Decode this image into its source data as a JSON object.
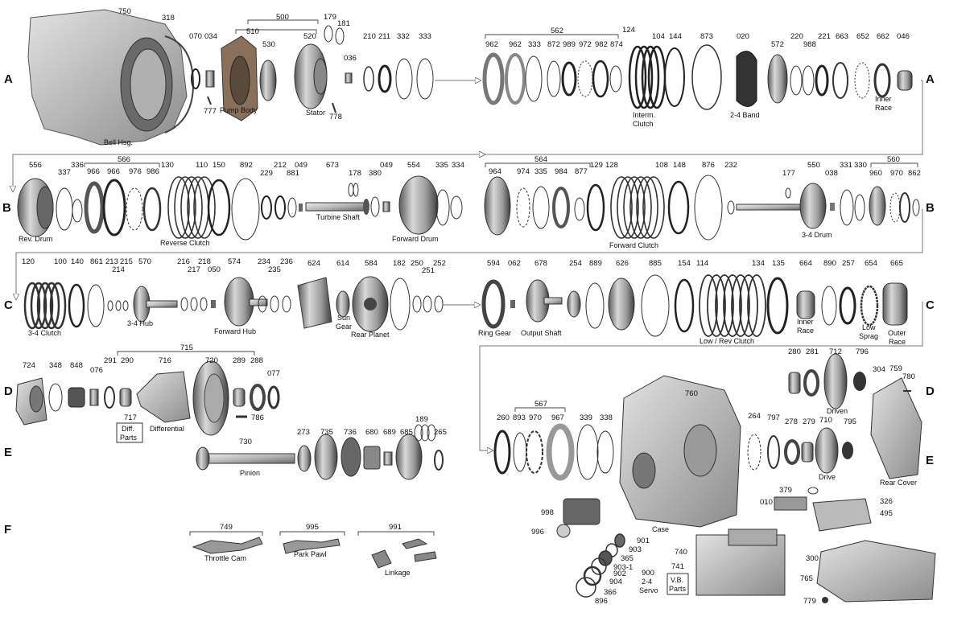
{
  "diagram": {
    "row_labels": {
      "A": "A",
      "B": "B",
      "C": "C",
      "D": "D",
      "E": "E",
      "F": "F"
    },
    "row_a": {
      "numbers": {
        "n750": "750",
        "n318": "318",
        "n070": "070",
        "n034": "034",
        "n500": "500",
        "n510": "510",
        "n530": "530",
        "n520": "520",
        "n179": "179",
        "n181": "181",
        "n036": "036",
        "n777": "777",
        "n778": "778",
        "n210": "210",
        "n211": "211",
        "n332": "332",
        "n333": "333",
        "n562": "562",
        "n124": "124",
        "n962a": "962",
        "n962b": "962",
        "n333b": "333",
        "n872": "872",
        "n989": "989",
        "n972": "972",
        "n982": "982",
        "n874": "874",
        "n104": "104",
        "n144": "144",
        "n873": "873",
        "n020": "020",
        "n572": "572",
        "n220": "220",
        "n988": "988",
        "n221": "221",
        "n663": "663",
        "n652": "652",
        "n662": "662",
        "n046": "046"
      },
      "captions": {
        "bell": "Bell Hsg.",
        "pump": "Pump Body",
        "stator": "Stator",
        "interm": "Interm.",
        "clutch": "Clutch",
        "band": "2-4 Band",
        "inner": "Inner",
        "race": "Race"
      }
    },
    "row_b": {
      "numbers": {
        "n556": "556",
        "n337": "337",
        "n336": "336",
        "n566": "566",
        "n966a": "966",
        "n966b": "966",
        "n976": "976",
        "n986": "986",
        "n130": "130",
        "n110": "110",
        "n150": "150",
        "n892": "892",
        "n229": "229",
        "n212": "212",
        "n881": "881",
        "n049a": "049",
        "n673": "673",
        "n178": "178",
        "n380": "380",
        "n049b": "049",
        "n554": "554",
        "n335": "335",
        "n334": "334",
        "n564": "564",
        "n964": "964",
        "n974": "974",
        "n335b": "335",
        "n984": "984",
        "n877": "877",
        "n129": "129",
        "n128": "128",
        "n108": "108",
        "n148": "148",
        "n876": "876",
        "n232": "232",
        "n177": "177",
        "n550": "550",
        "n038": "038",
        "n331": "331",
        "n330": "330",
        "n560": "560",
        "n960": "960",
        "n970": "970",
        "n862": "862"
      },
      "captions": {
        "rev_drum": "Rev. Drum",
        "rev_clutch": "Reverse Clutch",
        "turbine": "Turbine Shaft",
        "fwd_drum": "Forward Drum",
        "fwd_clutch": "Forward Clutch",
        "drum34": "3-4 Drum"
      }
    },
    "row_c": {
      "numbers": {
        "n120": "120",
        "n100": "100",
        "n140": "140",
        "n861": "861",
        "n213": "213",
        "n214": "214",
        "n215": "215",
        "n570": "570",
        "n216": "216",
        "n217": "217",
        "n218": "218",
        "n050": "050",
        "n574": "574",
        "n234": "234",
        "n235": "235",
        "n236": "236",
        "n624": "624",
        "n614": "614",
        "n584": "584",
        "n182": "182",
        "n250": "250",
        "n251": "251",
        "n252": "252",
        "n594": "594",
        "n062": "062",
        "n678": "678",
        "n254": "254",
        "n889": "889",
        "n626": "626",
        "n885": "885",
        "n154": "154",
        "n114": "114",
        "n134": "134",
        "n135": "135",
        "n664": "664",
        "n890": "890",
        "n257": "257",
        "n654": "654",
        "n665": "665"
      },
      "captions": {
        "clutch34": "3-4 Clutch",
        "hub34": "3-4 Hub",
        "fwd_hub": "Forward Hub",
        "sun": "Sun",
        "gear": "Gear",
        "rear_planet": "Rear Planet",
        "ring_gear": "Ring Gear",
        "output_shaft": "Output Shaft",
        "low_rev": "Low / Rev Clutch",
        "inner": "Inner",
        "race": "Race",
        "low": "Low",
        "sprag": "Sprag",
        "outer": "Outer",
        "race2": "Race"
      }
    },
    "row_d": {
      "numbers": {
        "n724": "724",
        "n348": "348",
        "n848": "848",
        "n076": "076",
        "n291": "291",
        "n290": "290",
        "n715": "715",
        "n716": "716",
        "n720": "720",
        "n289": "289",
        "n288": "288",
        "n077": "077",
        "n717": "717",
        "n786": "786",
        "n280": "280",
        "n281": "281",
        "n712": "712",
        "n796": "796",
        "n304": "304",
        "n759": "759",
        "n780": "780"
      },
      "captions": {
        "diff": "Diff.",
        "parts": "Parts",
        "differential": "Differential",
        "driven": "Driven"
      }
    },
    "row_e": {
      "numbers": {
        "n730": "730",
        "n273": "273",
        "n735": "735",
        "n736": "736",
        "n680": "680",
        "n689": "689",
        "n685": "685",
        "n189": "189",
        "n265": "265",
        "n567": "567",
        "n260": "260",
        "n893": "893",
        "n970": "970",
        "n967": "967",
        "n339": "339",
        "n338": "338",
        "n760": "760",
        "n264": "264",
        "n797": "797",
        "n278": "278",
        "n279": "279",
        "n710": "710",
        "n795": "795"
      },
      "captions": {
        "pinion": "Pinion",
        "drive": "Drive",
        "rear_cover": "Rear Cover"
      }
    },
    "row_f": {
      "numbers": {
        "n749": "749",
        "n995": "995",
        "n991": "991",
        "n998": "998",
        "n996": "996",
        "n901": "901",
        "n903": "903",
        "n365": "365",
        "n9031": "903-1",
        "n902": "902",
        "n904": "904",
        "n366": "366",
        "n896": "896",
        "n900": "900",
        "n741": "741",
        "n740": "740",
        "n379": "379",
        "n010": "010",
        "n326": "326",
        "n495": "495",
        "n300": "300",
        "n765": "765",
        "n779": "779"
      },
      "captions": {
        "throttle": "Throttle Cam",
        "park": "Park Pawl",
        "linkage": "Linkage",
        "case": "Case",
        "servo24": "2-4",
        "servo": "Servo",
        "vb": "V.B.",
        "vbparts": "Parts"
      }
    },
    "colors": {
      "ink": "#111111",
      "metal_light": "#d4d4d4",
      "metal_mid": "#9a9a9a",
      "metal_dark": "#4a4a4a",
      "flow_line": "#666666"
    }
  }
}
